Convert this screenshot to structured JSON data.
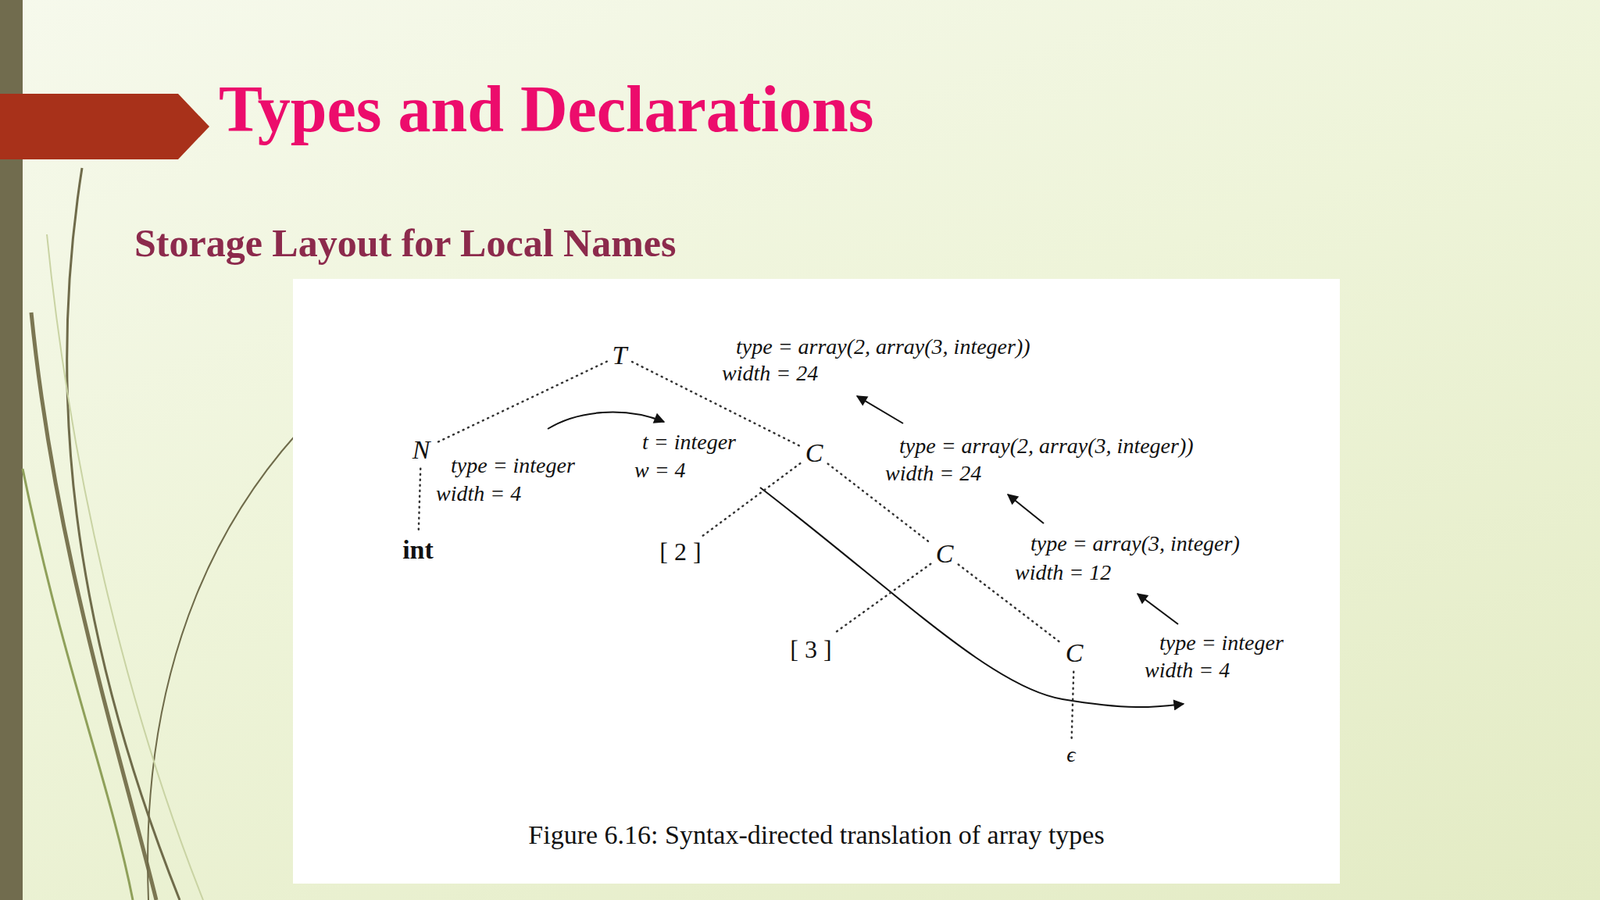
{
  "diagram": {
    "title": "Types and Declarations",
    "caption": "Figure 6.16: Syntax-directed translation of array types",
    "nodes": [
      {
        "text": [
          "T"
        ]
      },
      {
        "text": [
          "N"
        ]
      },
      {
        "text": [
          "int"
        ]
      },
      {
        "text": [
          "C"
        ]
      },
      {
        "text": [
          "[ 2 ]"
        ]
      },
      {
        "text": [
          "C"
        ]
      },
      {
        "text": [
          "[ 3 ]"
        ]
      },
      {
        "text": [
          "C"
        ]
      },
      {
        "text": [
          "ϵ"
        ]
      }
    ],
    "edges": [
      {
        "from": 0,
        "to": 1,
        "arrow": "none"
      },
      {
        "from": 0,
        "to": 3,
        "arrow": "none"
      },
      {
        "from": 1,
        "to": 2,
        "arrow": "none"
      },
      {
        "from": 3,
        "to": 4,
        "arrow": "none"
      },
      {
        "from": 3,
        "to": 5,
        "arrow": "none"
      },
      {
        "from": 5,
        "to": 6,
        "arrow": "none"
      },
      {
        "from": 5,
        "to": 7,
        "arrow": "none"
      },
      {
        "from": 7,
        "to": 8,
        "arrow": "none"
      }
    ],
    "labels": [
      "Storage Layout for Local Names",
      "type = array(2, array(3, integer))",
      "width = 24",
      "type = integer",
      "width = 4",
      "t = integer",
      "w = 4",
      "type = array(2, array(3, integer))",
      "width = 24",
      "type = array(3, integer)",
      "width = 12",
      "type = integer",
      "width = 4"
    ]
  }
}
